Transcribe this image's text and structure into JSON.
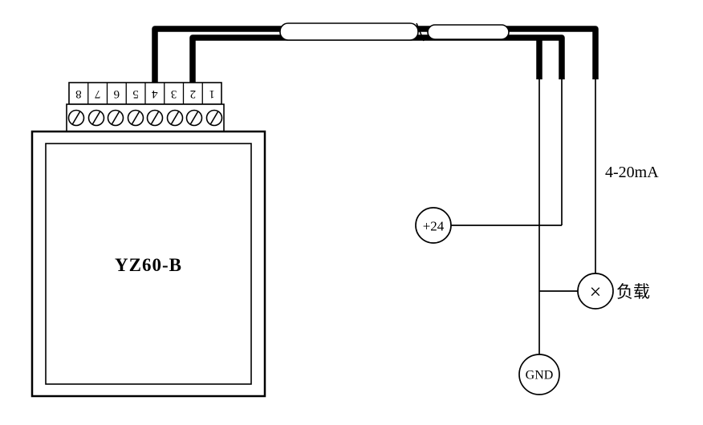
{
  "device": {
    "label": "YZ60-B"
  },
  "terminal_block": {
    "numbers": [
      "8",
      "7",
      "6",
      "5",
      "4",
      "3",
      "2",
      "1"
    ]
  },
  "nodes": {
    "supply": "+24",
    "load_symbol": "×",
    "ground": "GND"
  },
  "labels": {
    "signal": "4-20mA",
    "load": "负载"
  },
  "colors": {
    "line": "#000000",
    "background": "#ffffff"
  }
}
